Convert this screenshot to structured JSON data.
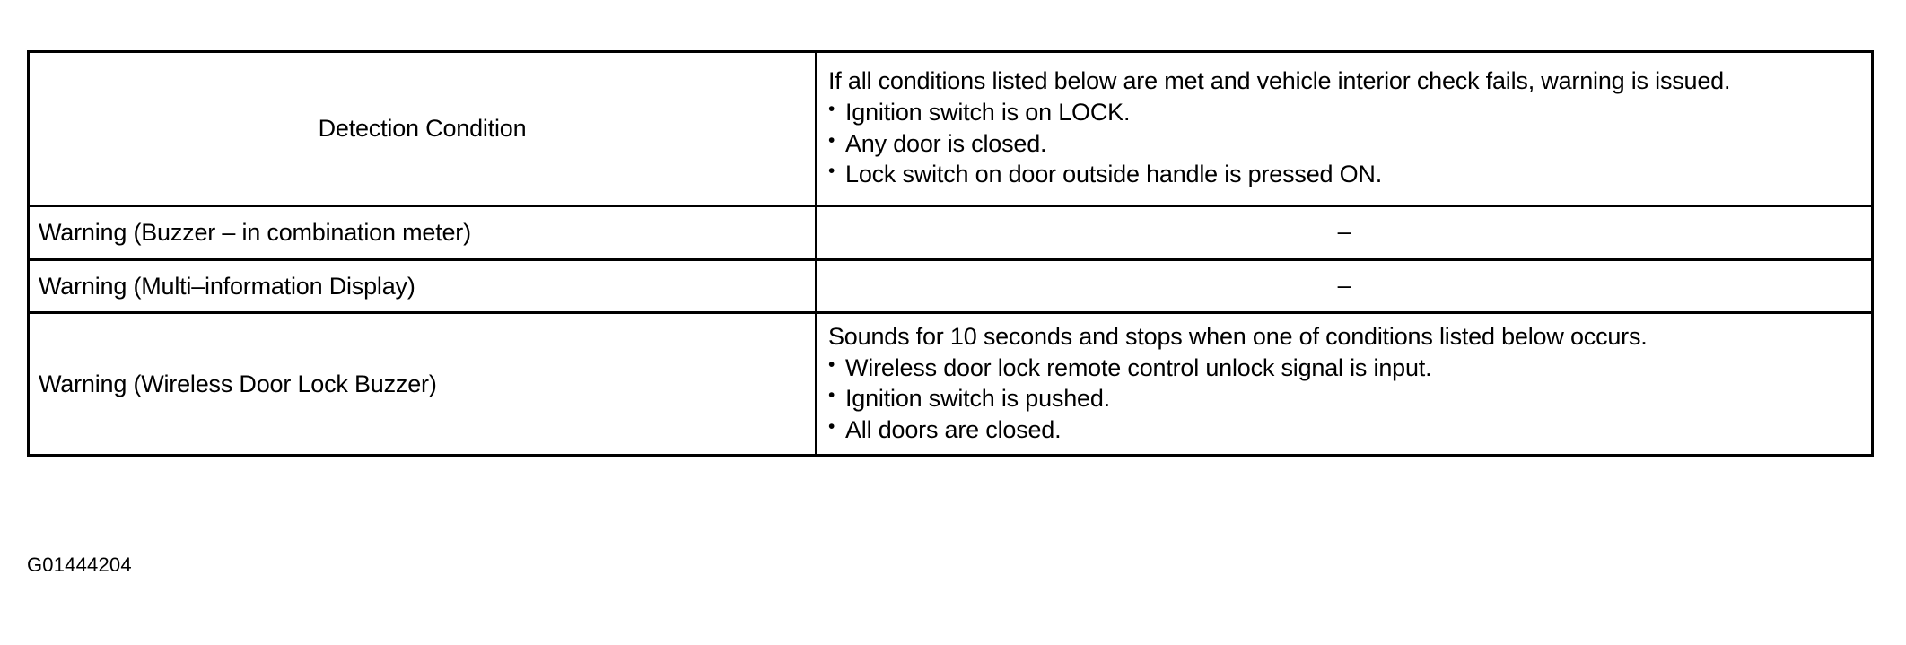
{
  "figure": {
    "id_label": "G01444204"
  },
  "table": {
    "rows": [
      {
        "label": "Detection Condition",
        "label_align": "center",
        "value_type": "rich",
        "intro": "If all conditions listed below are met and vehicle interior check fails, warning is issued.",
        "bullets": [
          "Ignition switch is on LOCK.",
          "Any door is closed.",
          "Lock switch on door outside handle is pressed ON."
        ]
      },
      {
        "label": "Warning (Buzzer – in combination meter)",
        "label_align": "left",
        "value_type": "dash",
        "value": "–"
      },
      {
        "label": "Warning (Multi–information Display)",
        "label_align": "left",
        "value_type": "dash",
        "value": "–"
      },
      {
        "label": "Warning (Wireless Door Lock Buzzer)",
        "label_align": "left",
        "value_type": "rich",
        "intro": "Sounds for 10 seconds and stops when one of conditions listed below occurs.",
        "bullets": [
          "Wireless door lock remote control unlock signal is input.",
          "Ignition switch is pushed.",
          "All doors are closed."
        ]
      }
    ]
  }
}
